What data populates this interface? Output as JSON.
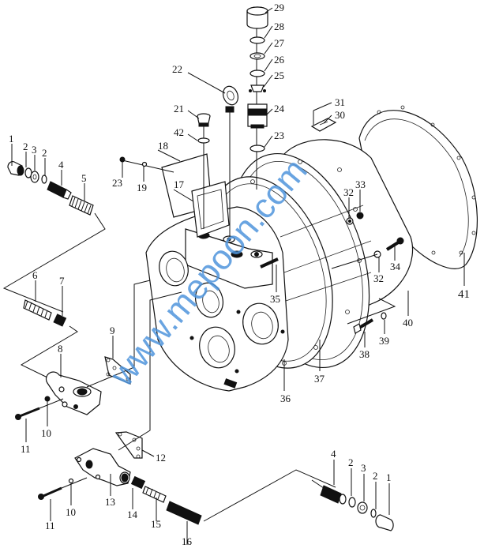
{
  "diagram": {
    "type": "exploded parts diagram",
    "watermark": "www.mepoon.com",
    "watermark_color": "#4f95dc"
  },
  "callouts": [
    {
      "id": "c1a",
      "label": "1"
    },
    {
      "id": "c2a",
      "label": "2"
    },
    {
      "id": "c3a",
      "label": "3"
    },
    {
      "id": "c2b",
      "label": "2"
    },
    {
      "id": "c4a",
      "label": "4"
    },
    {
      "id": "c5",
      "label": "5"
    },
    {
      "id": "c6",
      "label": "6"
    },
    {
      "id": "c7",
      "label": "7"
    },
    {
      "id": "c8",
      "label": "8"
    },
    {
      "id": "c9",
      "label": "9"
    },
    {
      "id": "c10a",
      "label": "10"
    },
    {
      "id": "c11a",
      "label": "11"
    },
    {
      "id": "c12",
      "label": "12"
    },
    {
      "id": "c13",
      "label": "13"
    },
    {
      "id": "c10b",
      "label": "10"
    },
    {
      "id": "c11b",
      "label": "11"
    },
    {
      "id": "c14",
      "label": "14"
    },
    {
      "id": "c15",
      "label": "15"
    },
    {
      "id": "c16",
      "label": "16"
    },
    {
      "id": "c17",
      "label": "17"
    },
    {
      "id": "c18",
      "label": "18"
    },
    {
      "id": "c19",
      "label": "19"
    },
    {
      "id": "c23a",
      "label": "23"
    },
    {
      "id": "c21",
      "label": "21"
    },
    {
      "id": "c42",
      "label": "42"
    },
    {
      "id": "c22",
      "label": "22"
    },
    {
      "id": "c29",
      "label": "29"
    },
    {
      "id": "c28",
      "label": "28"
    },
    {
      "id": "c27",
      "label": "27"
    },
    {
      "id": "c26",
      "label": "26"
    },
    {
      "id": "c25",
      "label": "25"
    },
    {
      "id": "c24",
      "label": "24"
    },
    {
      "id": "c23b",
      "label": "23"
    },
    {
      "id": "c31",
      "label": "31"
    },
    {
      "id": "c30",
      "label": "30"
    },
    {
      "id": "c32a",
      "label": "32"
    },
    {
      "id": "c33",
      "label": "33"
    },
    {
      "id": "c32b",
      "label": "32"
    },
    {
      "id": "c34",
      "label": "34"
    },
    {
      "id": "c35",
      "label": "35"
    },
    {
      "id": "c36",
      "label": "36"
    },
    {
      "id": "c37",
      "label": "37"
    },
    {
      "id": "c38",
      "label": "38"
    },
    {
      "id": "c39",
      "label": "39"
    },
    {
      "id": "c40",
      "label": "40"
    },
    {
      "id": "c41",
      "label": "41"
    },
    {
      "id": "c4b",
      "label": "4"
    },
    {
      "id": "c2c",
      "label": "2"
    },
    {
      "id": "c3b",
      "label": "3"
    },
    {
      "id": "c2d",
      "label": "2"
    },
    {
      "id": "c1b",
      "label": "1"
    }
  ]
}
